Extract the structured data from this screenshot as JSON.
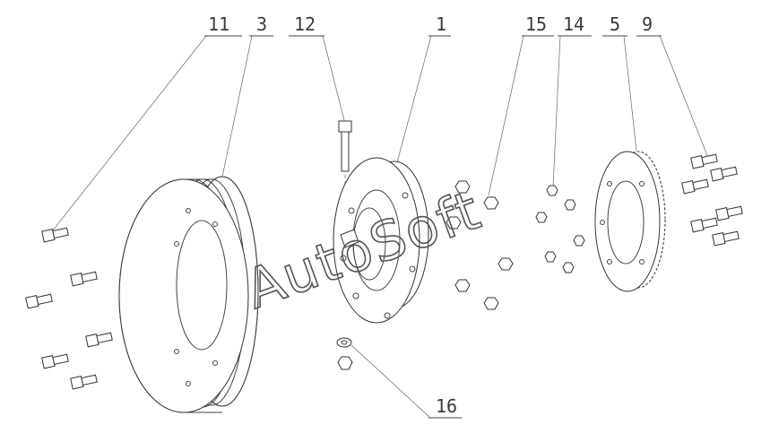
{
  "drawing": {
    "callouts": [
      {
        "label": "11"
      },
      {
        "label": "3"
      },
      {
        "label": "12"
      },
      {
        "label": "1"
      },
      {
        "label": "15"
      },
      {
        "label": "14"
      },
      {
        "label": "5"
      },
      {
        "label": "9"
      },
      {
        "label": "16"
      }
    ],
    "watermark": "AutoSoft"
  }
}
